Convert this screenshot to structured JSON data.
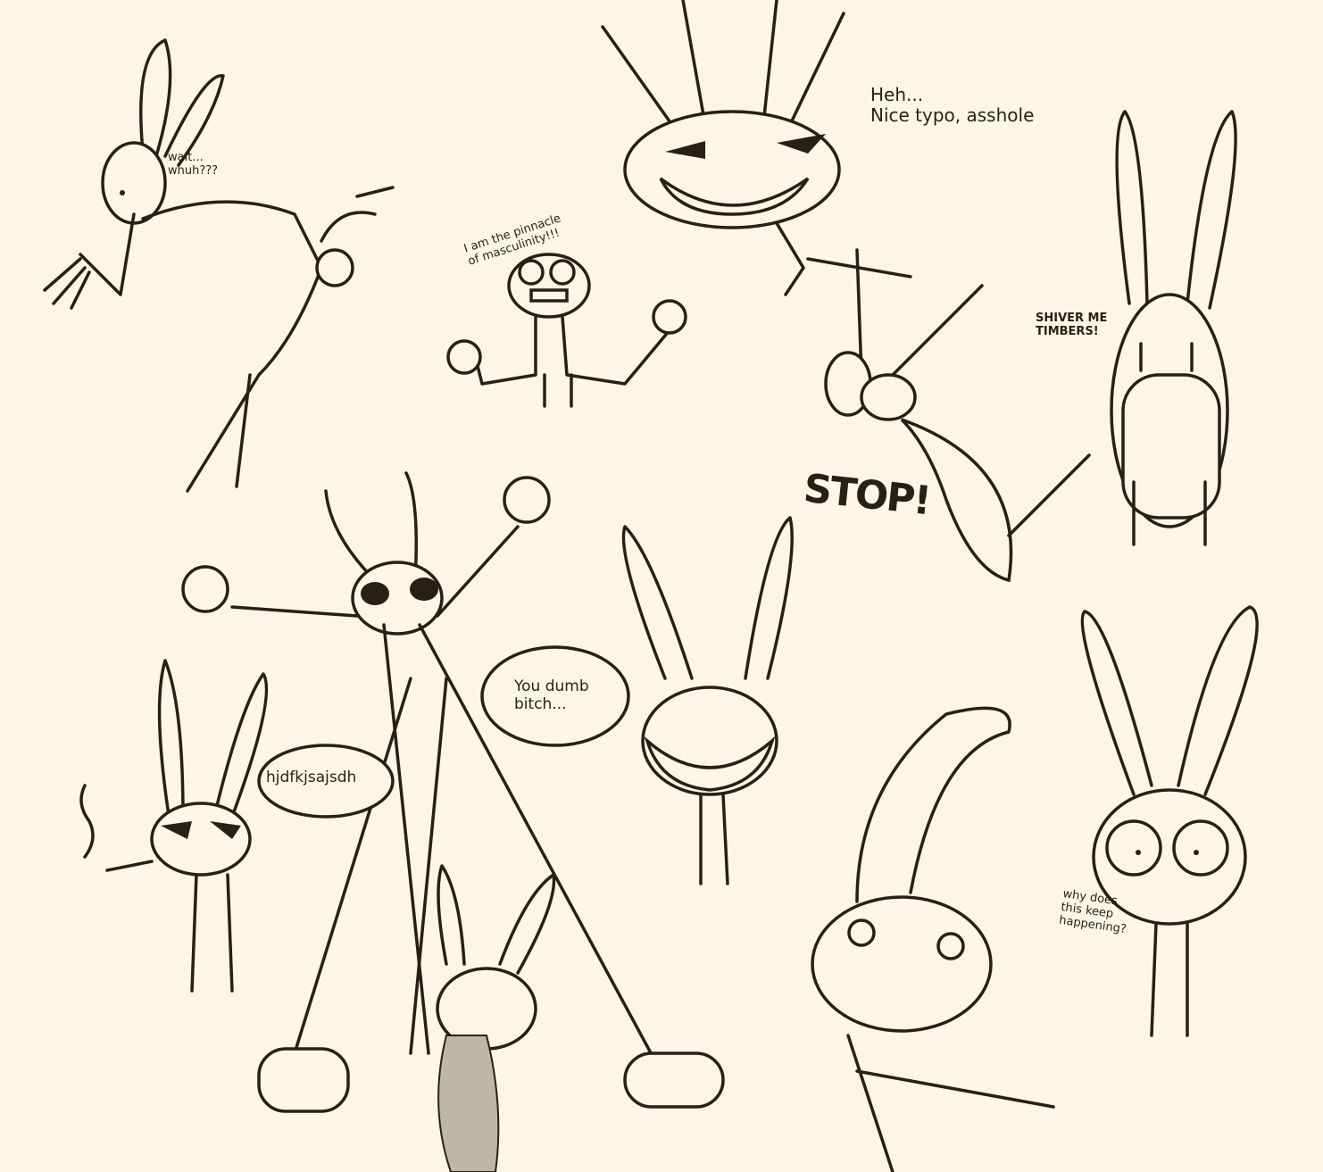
{
  "colors": {
    "background": "#fdf6e6",
    "ink": "#2a1f14"
  },
  "captions": {
    "wait": "wait...\nwhuh???",
    "pinnacle": "I am the pinnacle\nof masculinity!!!",
    "heh": "Heh...\nNice typo, asshole",
    "shiver": "SHIVER ME\nTIMBERS!",
    "stop": "STOP!",
    "dumb": "You dumb\nbitch...",
    "gibberish": "hjdfkjsajsdh",
    "why": "why does\nthis keep\nhappening?"
  }
}
